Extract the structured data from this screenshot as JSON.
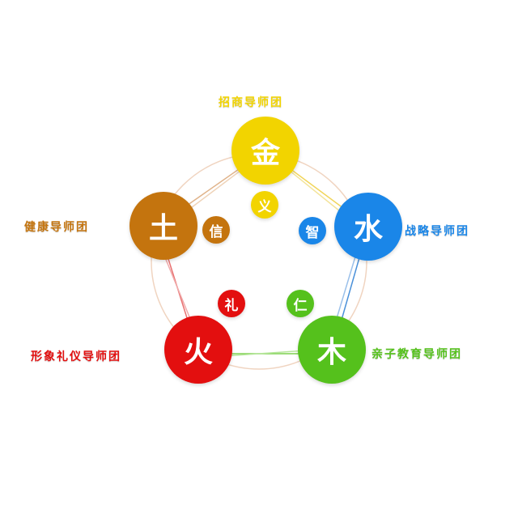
{
  "colors": {
    "metal": "#f2d400",
    "water": "#1a86e8",
    "wood": "#55c11c",
    "fire": "#e30f0f",
    "earth": "#c4740e"
  },
  "elements": {
    "metal": {
      "char": "金",
      "virtue": "义",
      "group": "招商导师团"
    },
    "water": {
      "char": "水",
      "virtue": "智",
      "group": "战略导师团"
    },
    "wood": {
      "char": "木",
      "virtue": "仁",
      "group": "亲子教育导师团"
    },
    "fire": {
      "char": "火",
      "virtue": "礼",
      "group": "形象礼仪导师团"
    },
    "earth": {
      "char": "土",
      "virtue": "信",
      "group": "健康导师团"
    }
  }
}
